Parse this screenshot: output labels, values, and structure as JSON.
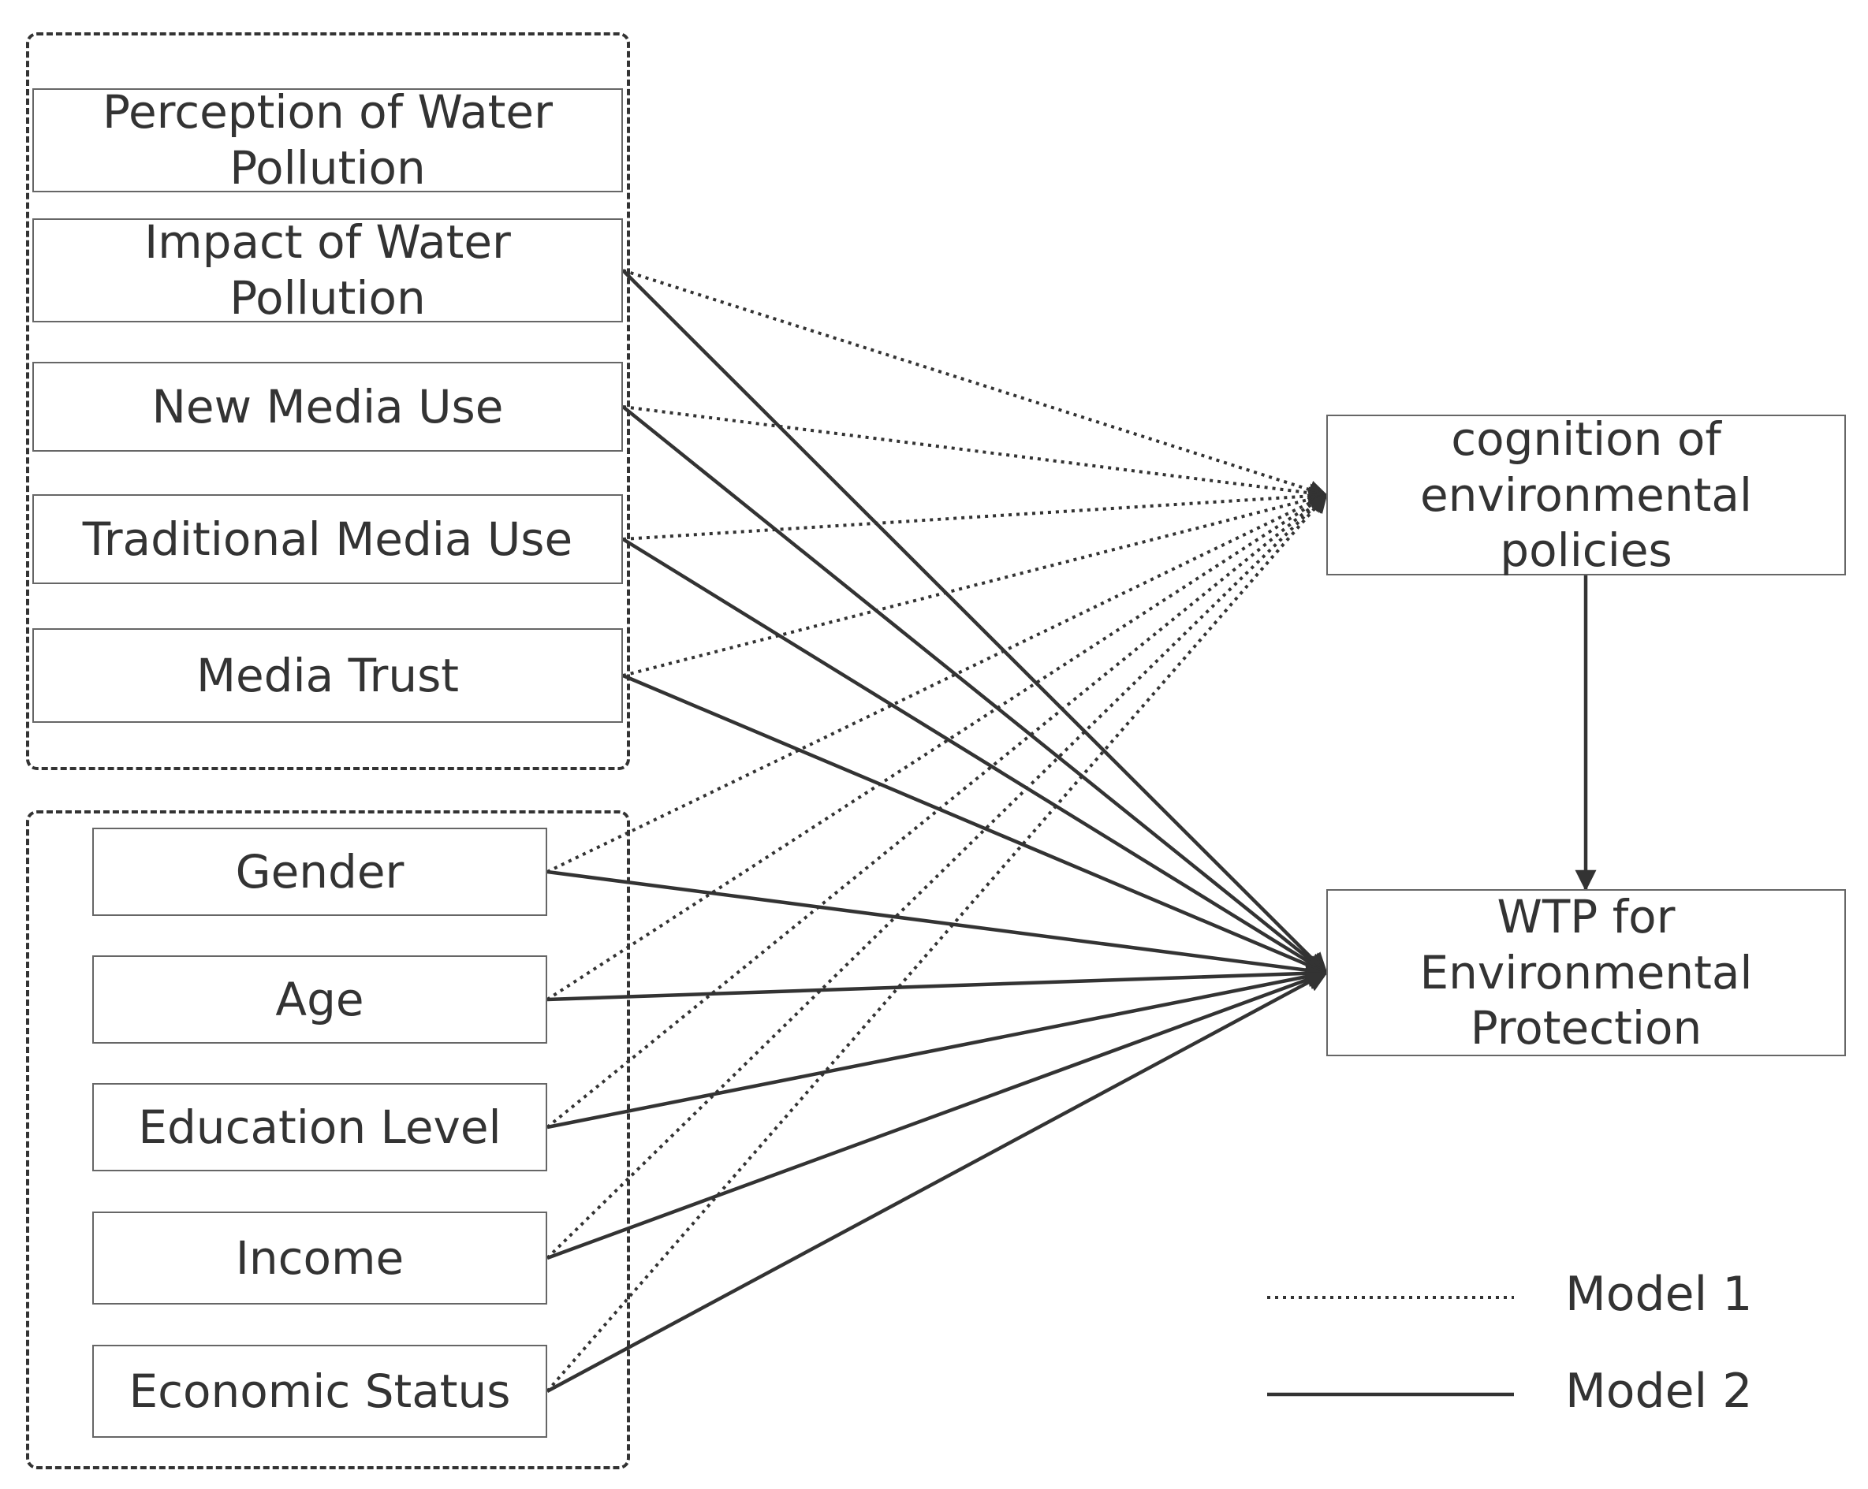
{
  "groups": {
    "media_factors": [
      {
        "id": "perception",
        "label": "Perception of Water Pollution",
        "model1": false,
        "model2": false
      },
      {
        "id": "impact",
        "label": "Impact of Water Pollution",
        "model1": true,
        "model2": true
      },
      {
        "id": "new_media",
        "label": "New Media Use",
        "model1": true,
        "model2": true
      },
      {
        "id": "traditional_media",
        "label": "Traditional Media Use",
        "model1": true,
        "model2": true
      },
      {
        "id": "media_trust",
        "label": "Media Trust",
        "model1": true,
        "model2": true
      }
    ],
    "demographics": [
      {
        "id": "gender",
        "label": "Gender",
        "model1": true,
        "model2": true
      },
      {
        "id": "age",
        "label": "Age",
        "model1": true,
        "model2": true
      },
      {
        "id": "education",
        "label": "Education Level",
        "model1": true,
        "model2": true
      },
      {
        "id": "income",
        "label": "Income",
        "model1": true,
        "model2": true
      },
      {
        "id": "economic_status",
        "label": "Economic Status",
        "model1": true,
        "model2": true
      }
    ]
  },
  "outcomes": {
    "cognition": "cognition of environmental policies",
    "wtp": "WTP for Environmental Protection"
  },
  "legend": {
    "model1": "Model 1",
    "model2": "Model 2"
  },
  "colors": {
    "line": "#333333",
    "box_border": "#666666",
    "text": "#333333"
  }
}
